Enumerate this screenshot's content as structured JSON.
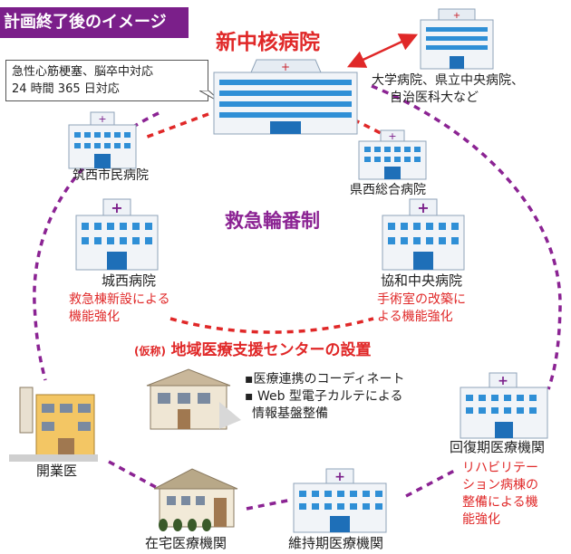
{
  "banner": "計画終了後のイメージ",
  "hub_title": "新中核病院",
  "callout": {
    "line1": "急性心筋梗塞、脳卒中対応",
    "line2": "24 時間 365 日対応"
  },
  "university_label": {
    "line1": "大学病院、県立中央病院、",
    "line2": "自治医科大など"
  },
  "hospitals": {
    "chikusei": "筑西市民病院",
    "kensei": "県西総合病院",
    "josai": "城西病院",
    "kyowa": "協和中央病院",
    "recovery": "回復期医療機関",
    "maintenance": "維持期医療機関",
    "homecare": "在宅医療機関",
    "clinic": "開業医"
  },
  "rotation_label": "救急輪番制",
  "notes": {
    "josai": {
      "line1": "救急棟新設による",
      "line2": "機能強化"
    },
    "kyowa": {
      "line1": "手術室の改築に",
      "line2": "よる機能強化"
    },
    "recovery": {
      "line1": "リハビリテー",
      "line2": "ション病棟の",
      "line3": "整備による機",
      "line4": "能強化"
    }
  },
  "center": {
    "prefix": "(仮称)",
    "title": "地域医療支援センターの設置",
    "bullet1": "医療連携のコーディネート",
    "bullet2": "Web 型電子カルテによる",
    "bullet2b": "情報基盤整備"
  },
  "colors": {
    "banner": "#7b1f8a",
    "dash": "#8b2393",
    "accent_red": "#e02828",
    "building_blue": "#1e7fd0"
  }
}
